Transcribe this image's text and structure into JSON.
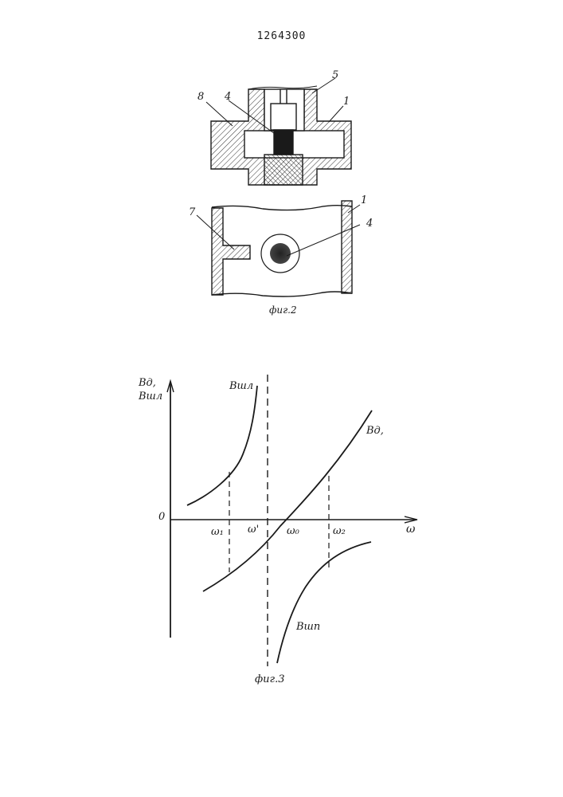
{
  "document": {
    "patent_number": "1264300",
    "ink_color": "#1a1a1a",
    "background": "#ffffff"
  },
  "figure2": {
    "caption": "фиг.2",
    "part_labels": {
      "part_1_top": "1",
      "part_4_top": "4",
      "part_5": "5",
      "part_8": "8",
      "part_1_bottom": "1",
      "part_4_bottom": "4",
      "part_7": "7"
    }
  },
  "figure3": {
    "caption": "фиг.3",
    "y_axis_label_line1": "Вд,",
    "y_axis_label_line2": "Вшл",
    "x_axis_label": "ω",
    "origin_label": "0",
    "curve_label_bd": "Вд,",
    "curve_label_bshl_upper": "Вшл",
    "curve_label_bshl_lower": "Вшп",
    "omega_1": "ω₁",
    "omega_prime": "ω'",
    "omega_0": "ω₀",
    "omega_2": "ω₂"
  }
}
